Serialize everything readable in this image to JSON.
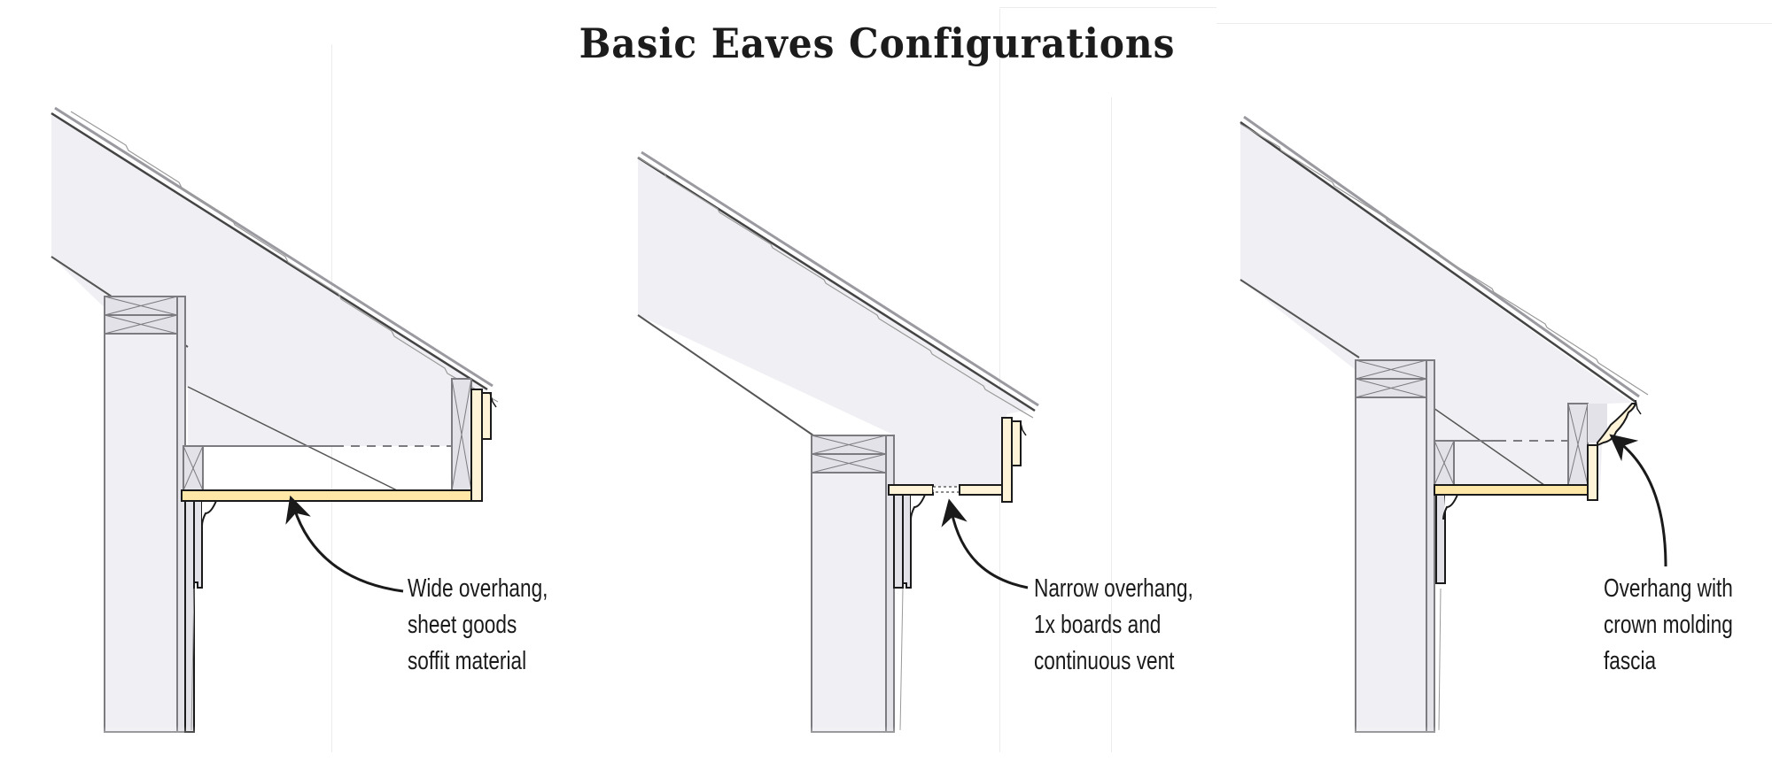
{
  "title": "Basic Eaves Configurations",
  "colors": {
    "framing_fill": "#f0f0f4",
    "framing_stroke": "#7c7c80",
    "lumber_fill": "#ffe7a8",
    "trim_fill": "#fff3d8",
    "ink": "#1a1a1a",
    "background": "#ffffff"
  },
  "diagrams": [
    {
      "id": "wide-overhang",
      "callout": {
        "lines": [
          "Wide overhang,",
          "sheet goods",
          "soffit material"
        ]
      }
    },
    {
      "id": "narrow-overhang",
      "callout": {
        "lines": [
          "Narrow overhang,",
          "1x boards and",
          "continuous vent"
        ]
      }
    },
    {
      "id": "crown-molding",
      "callout": {
        "lines": [
          "Overhang with",
          "crown molding",
          "fascia"
        ]
      }
    }
  ]
}
